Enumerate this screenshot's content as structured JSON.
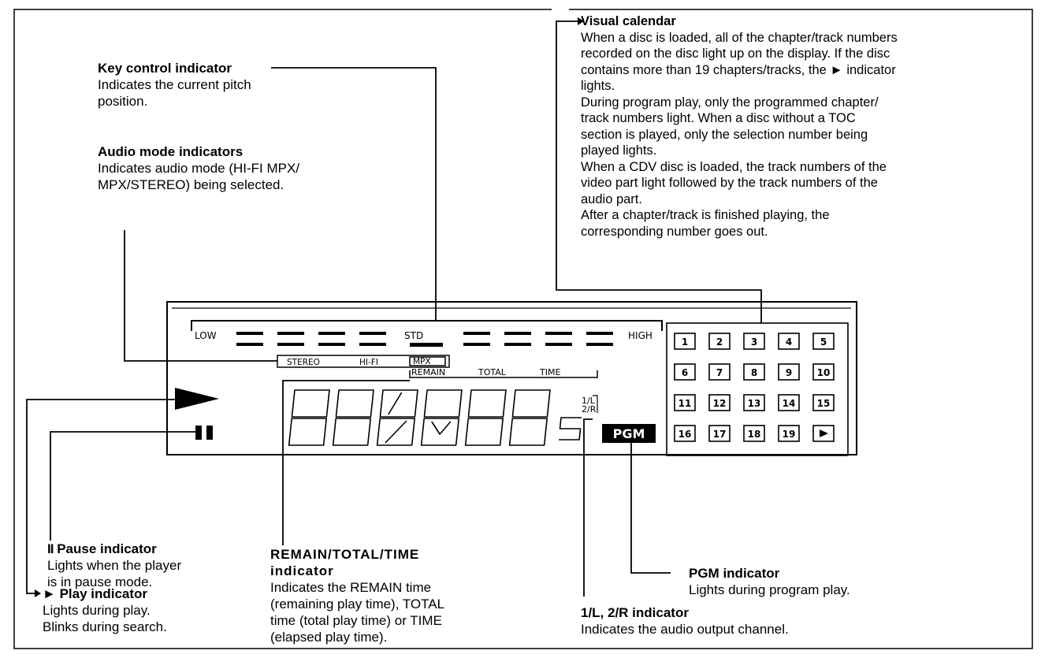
{
  "callouts": {
    "key_control": {
      "title": "Key control indicator",
      "body": "Indicates the current pitch\nposition."
    },
    "audio_mode": {
      "title": "Audio mode indicators",
      "body": "Indicates audio mode (HI-FI MPX/\nMPX/STEREO) being selected."
    },
    "visual_calendar": {
      "title": "Visual calendar",
      "body": "When a disc is loaded, all of the chapter/track numbers\nrecorded on the disc light up on the display. If the disc\ncontains more than 19 chapters/tracks, the ► indicator\nlights.\nDuring program play, only the programmed chapter/\ntrack numbers light. When a disc without a TOC\nsection is played, only the selection number being\nplayed lights.\nWhen a CDV disc is loaded, the track numbers of the\nvideo part light followed by the track numbers of the\naudio part.\nAfter a chapter/track is finished playing, the\ncorresponding number goes out."
    },
    "pause": {
      "glyph": "II",
      "title": "Pause indicator",
      "body": "Lights when the player\nis in pause mode."
    },
    "play": {
      "glyph": "►",
      "title": "Play indicator",
      "body": "Lights during play.\nBlinks during search."
    },
    "remain": {
      "title": "REMAIN/TOTAL/TIME\nindicator",
      "body": "Indicates the REMAIN time\n(remaining play time), TOTAL\ntime (total play time) or TIME\n(elapsed play time)."
    },
    "pgm": {
      "title": "PGM indicator",
      "body": "Lights during program play."
    },
    "channel": {
      "title": "1/L, 2/R indicator",
      "body": "Indicates the audio output channel."
    }
  },
  "display": {
    "pitch_labels": {
      "low": "LOW",
      "std": "STD",
      "high": "HIGH"
    },
    "audio_modes": [
      "STEREO",
      "HI-FI",
      "MPX"
    ],
    "time_labels": [
      "REMAIN",
      "TOTAL",
      "TIME"
    ],
    "channel_labels": [
      "1/L",
      "2/R"
    ],
    "pgm_label": "PGM",
    "calendar_numbers": [
      "1",
      "2",
      "3",
      "4",
      "5",
      "6",
      "7",
      "8",
      "9",
      "10",
      "11",
      "12",
      "13",
      "14",
      "15",
      "16",
      "17",
      "18",
      "19"
    ],
    "calendar_overflow_icon": "play-arrow-icon"
  }
}
